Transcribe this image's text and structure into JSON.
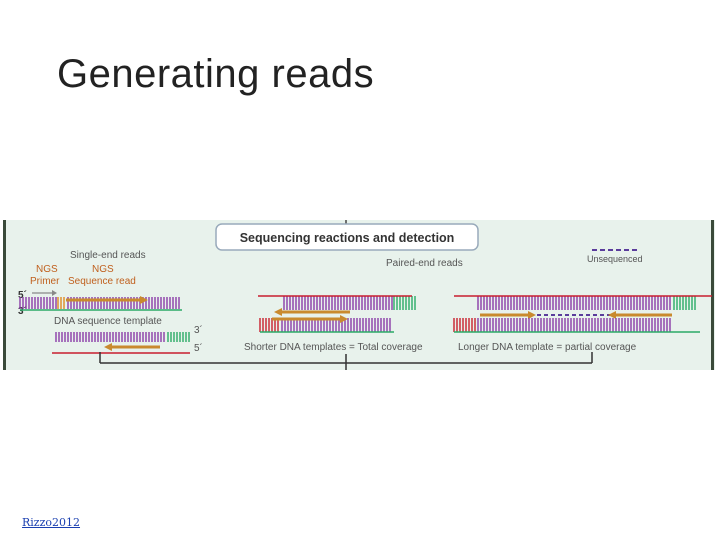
{
  "slide": {
    "title": "Generating reads",
    "citation": "Rizzo2012"
  },
  "figure": {
    "header": "Sequencing reactions and detection",
    "single_end": {
      "heading": "Single-end reads",
      "ngs_primer_line1": "NGS",
      "ngs_primer_line2": "Primer",
      "ngs_seq_line1": "NGS",
      "ngs_seq_line2": "Sequence read",
      "five_prime": "5´",
      "three_prime": "3´",
      "template_label": "DNA sequence template",
      "three_prime_b": "3´",
      "five_prime_b": "5´"
    },
    "paired_end": {
      "heading": "Paired-end reads",
      "unsequenced": "Unsequenced",
      "shorter_caption": "Shorter DNA templates = Total coverage",
      "longer_caption": "Longer DNA template = partial coverage"
    },
    "colors": {
      "panel_bg": "#e8f2ec",
      "purple": "#8a3ca8",
      "orange": "#e08a1e",
      "green": "#2aaa66",
      "red": "#c81e2e",
      "read_arrow": "#c98a2e",
      "label_text": "#555555",
      "primer_label": "#c0601e"
    }
  }
}
